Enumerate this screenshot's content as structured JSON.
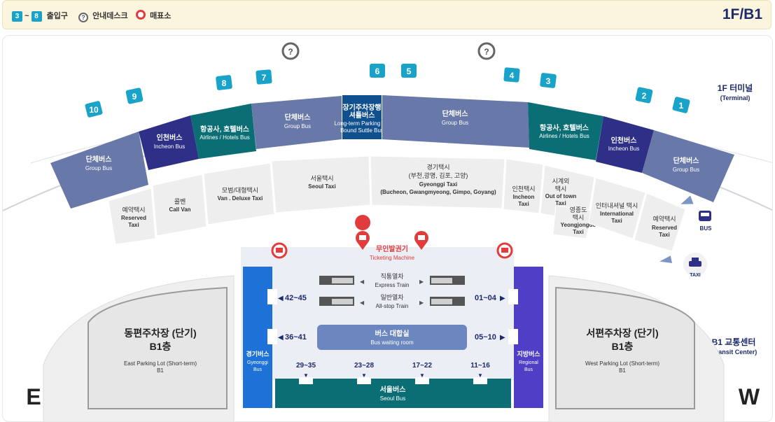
{
  "legend": {
    "range_from": "3",
    "range_tilde": "~",
    "range_to": "8",
    "entrance": "출입구",
    "info_desk": "안내데스크",
    "ticket_office": "매표소"
  },
  "floor_label": "1F/B1",
  "colors": {
    "gate_teal": "#1aa3c9",
    "group_bus": "#6878a8",
    "incheon_bus": "#2e2f86",
    "hotel_bus": "#0b6e74",
    "longterm": "#11508f",
    "taxi_area": "#eeeeef",
    "gyeonggi_bus": "#1e72d7",
    "regional_bus": "#4e3fc6",
    "seoul_bus": "#0b6e74",
    "waiting_room": "#6c86bf",
    "ticket_red": "#e23b3b"
  },
  "gates": {
    "g10": "10",
    "g9": "9",
    "g8": "8",
    "g7": "7",
    "g6": "6",
    "g5": "5",
    "g4": "4",
    "g3": "3",
    "g2": "2",
    "g1": "1"
  },
  "info_icon": "?",
  "terminal": {
    "ko": "1F 터미널",
    "en": "(Terminal)"
  },
  "transit": {
    "ko": "B1 교통센터",
    "en": "(Transit Center)"
  },
  "bus_zones": {
    "group_left": {
      "ko": "단체버스",
      "en": "Group Bus"
    },
    "incheon_left": {
      "ko": "인천버스",
      "en": "Incheon Bus"
    },
    "hotel_left": {
      "ko": "항공사, 호텔버스",
      "en": "Airlines / Hotels Bus"
    },
    "group_mid_left": {
      "ko": "단체버스",
      "en": "Group Bus"
    },
    "longterm": {
      "ko1": "장기주차장행",
      "ko2": "셔틀버스",
      "en1": "Long-term Parking Lot",
      "en2": "Bound Suttle Bus"
    },
    "group_mid_right": {
      "ko": "단체버스",
      "en": "Group Bus"
    },
    "hotel_right": {
      "ko": "항공사, 호텔버스",
      "en": "Airlines / Hotels Bus"
    },
    "incheon_right": {
      "ko": "인천버스",
      "en": "Incheon Bus"
    },
    "group_right": {
      "ko": "단체버스",
      "en": "Group Bus"
    }
  },
  "taxi_zones": {
    "reserved_left": {
      "ko": "예약택시",
      "en1": "Reserved",
      "en2": "Taxi"
    },
    "callvan": {
      "ko": "콜벤",
      "en": "Call Van"
    },
    "van_deluxe": {
      "ko": "모범/대형택시",
      "en": "Van . Deluxe Taxi"
    },
    "seoul_taxi": {
      "ko": "서울택시",
      "en": "Seoul Taxi"
    },
    "gyeonggi_taxi": {
      "ko1": "경기택시",
      "ko2": "(부천,광명, 김포, 고양)",
      "en1": "Gyeonggi Taxi",
      "en2": "(Bucheon, Gwangmyeong, Gimpo, Goyang)"
    },
    "incheon_taxi": {
      "ko": "인천택시",
      "en1": "Incheon",
      "en2": "Taxi"
    },
    "outoftown_taxi": {
      "ko1": "시계외",
      "ko2": "택시",
      "en1": "Out of town",
      "en2": "Taxi"
    },
    "yeongjong_taxi": {
      "ko1": "영종도",
      "ko2": "택시",
      "en1": "Yeongjongdo",
      "en2": "Taxi"
    },
    "intl_taxi": {
      "ko": "인터내셔널 택시",
      "en1": "International",
      "en2": "Taxi"
    },
    "reserved_right": {
      "ko": "예약택시",
      "en1": "Reserved",
      "en2": "Taxi"
    }
  },
  "side_icons": {
    "bus": "BUS",
    "taxi": "TAXI"
  },
  "ticketing": {
    "ko": "무인발권기",
    "en": "Ticketing Machine"
  },
  "trains": {
    "express_ko": "직통열차",
    "express_en": "Express Train",
    "allstop_ko": "일반열차",
    "allstop_en": "All-stop Train"
  },
  "platforms": {
    "p4245": "42~45",
    "p0104": "01~04",
    "p3641": "36~41",
    "p0510": "05~10",
    "p2935": "29~35",
    "p2328": "23~28",
    "p1722": "17~22",
    "p1116": "11~16"
  },
  "waiting_room": {
    "ko": "버스 대합실",
    "en": "Bus waiting room"
  },
  "gyeonggi_bus": {
    "ko": "경기버스",
    "en1": "Gyeonggi",
    "en2": "Bus"
  },
  "regional_bus": {
    "ko": "지방버스",
    "en1": "Regional",
    "en2": "Bus"
  },
  "seoul_bus": {
    "ko": "서울버스",
    "en": "Seoul Bus"
  },
  "east_parking": {
    "ko1": "동편주차장 (단기)",
    "ko2": "B1층",
    "en1": "East Parking Lot (Short-term)",
    "en2": "B1"
  },
  "west_parking": {
    "ko1": "서편주차장 (단기)",
    "ko2": "B1층",
    "en1": "West Parking Lot (Short-term)",
    "en2": "B1"
  },
  "compass": {
    "east": "E",
    "west": "W"
  }
}
